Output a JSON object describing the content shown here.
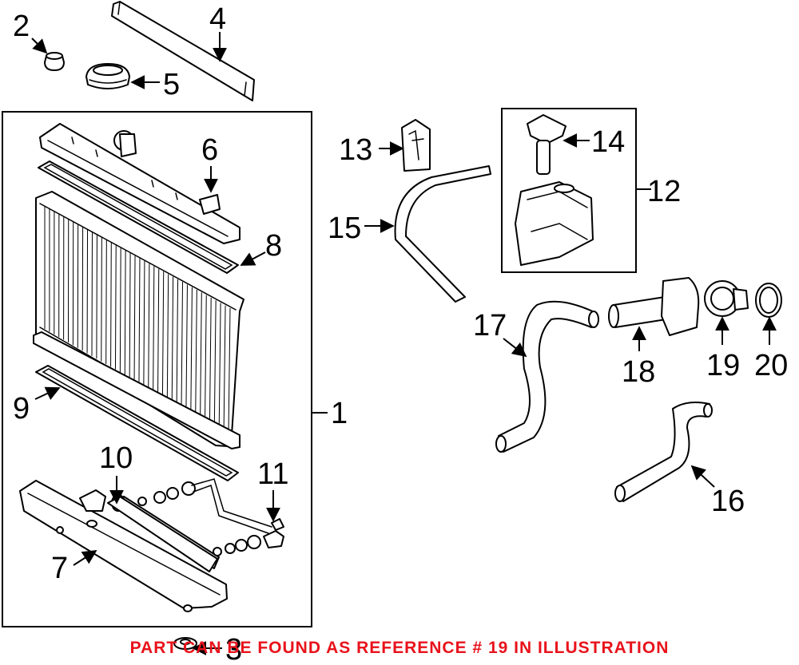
{
  "callouts": {
    "c1": "1",
    "c2": "2",
    "c3": "3",
    "c4": "4",
    "c5": "5",
    "c6": "6",
    "c7": "7",
    "c8": "8",
    "c9": "9",
    "c10": "10",
    "c11": "11",
    "c12": "12",
    "c13": "13",
    "c14": "14",
    "c15": "15",
    "c16": "16",
    "c17": "17",
    "c18": "18",
    "c19": "19",
    "c20": "20"
  },
  "footer": {
    "note": "PART CAN BE FOUND AS REFERENCE # 19 IN ILLUSTRATION",
    "note_color": "#e8121b"
  }
}
